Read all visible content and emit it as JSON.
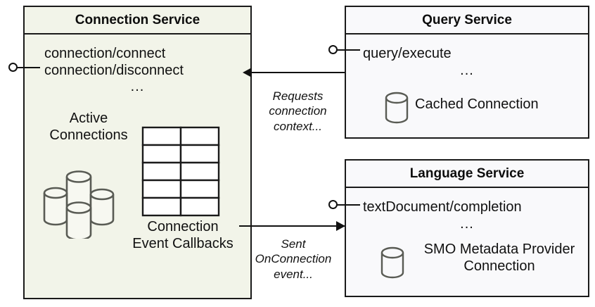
{
  "diagram": {
    "type": "uml-component-diagram",
    "background": "#ffffff",
    "palette": {
      "tinted_fill": "#f2f4e9",
      "plain_fill": "#f9f9fb",
      "stroke": "#1a1a1a",
      "icon_stroke": "#595b54"
    }
  },
  "components": {
    "connection_service": {
      "title": "Connection Service",
      "operations": [
        "connection/connect",
        "connection/disconnect",
        "..."
      ],
      "artifacts": [
        {
          "label_lines": [
            "Active",
            "Connections"
          ],
          "icon": "database-cluster-icon"
        },
        {
          "label_lines": [
            "Connection",
            "Event",
            "Callbacks"
          ],
          "icon": "table-grid-icon"
        }
      ]
    },
    "query_service": {
      "title": "Query Service",
      "operations": [
        "query/execute",
        "..."
      ],
      "artifacts": [
        {
          "label_lines": [
            "Cached Connection"
          ],
          "icon": "database-icon"
        }
      ]
    },
    "language_service": {
      "title": "Language Service",
      "operations": [
        "textDocument/completion",
        "..."
      ],
      "artifacts": [
        {
          "label_lines": [
            "SMO Metadata",
            "Provider Connection"
          ],
          "icon": "database-icon"
        }
      ]
    }
  },
  "connectors": {
    "query_to_connection": {
      "label_lines": [
        "Requests",
        "connection",
        "context..."
      ],
      "direction": "right-to-left"
    },
    "connection_to_language": {
      "label_lines": [
        "Sent",
        "OnConnection",
        "event..."
      ],
      "direction": "left-to-right"
    }
  },
  "interfaces": {
    "connection_service_lollipop": "provided-interface-lollipop",
    "query_service_lollipop": "provided-interface-lollipop",
    "language_service_lollipop": "provided-interface-lollipop"
  }
}
